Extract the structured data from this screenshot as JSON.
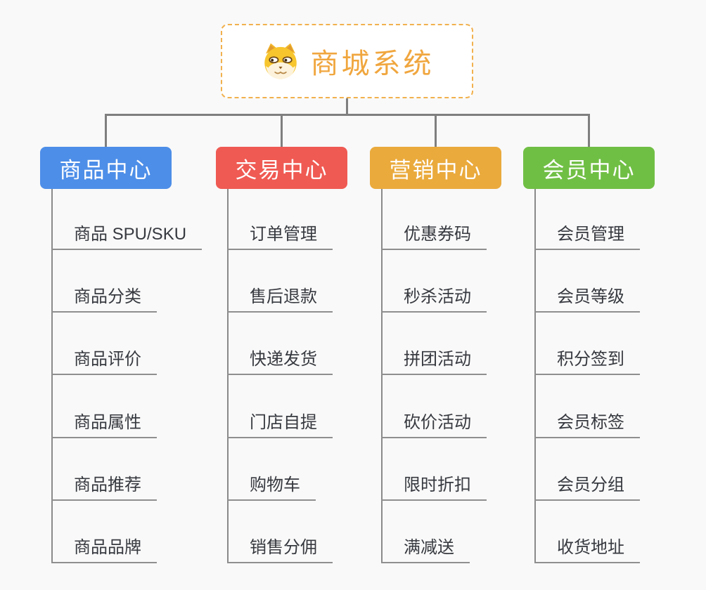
{
  "root": {
    "title": "商城系统",
    "icon": "doge-icon",
    "title_color": "#F0A63E",
    "border_color": "#F1B14E"
  },
  "connector_color": "#7F7F7F",
  "leaf_text_color": "#36393F",
  "branches": [
    {
      "label": "商品中心",
      "color": "#4D8EE8",
      "items": [
        "商品 SPU/SKU",
        "商品分类",
        "商品评价",
        "商品属性",
        "商品推荐",
        "商品品牌"
      ]
    },
    {
      "label": "交易中心",
      "color": "#EF5A53",
      "items": [
        "订单管理",
        "售后退款",
        "快递发货",
        "门店自提",
        "购物车",
        "销售分佣"
      ]
    },
    {
      "label": "营销中心",
      "color": "#EAAA3C",
      "items": [
        "优惠券码",
        "秒杀活动",
        "拼团活动",
        "砍价活动",
        "限时折扣",
        "满减送"
      ]
    },
    {
      "label": "会员中心",
      "color": "#70BF45",
      "items": [
        "会员管理",
        "会员等级",
        "积分签到",
        "会员标签",
        "会员分组",
        "收货地址"
      ]
    }
  ]
}
